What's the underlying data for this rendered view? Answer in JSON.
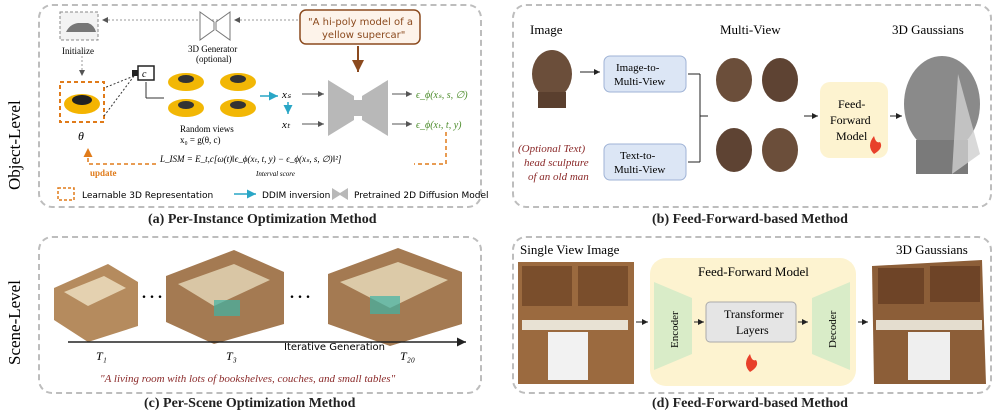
{
  "side_labels": {
    "object_level": "Object-Level",
    "scene_level": "Scene-Level"
  },
  "panel_a": {
    "caption": "(a) Per-Instance Optimization Method",
    "initialize": "Initialize",
    "generator": "3D Generator",
    "generator_sub": "(optional)",
    "prompt_line1": "\"A hi-poly model of a",
    "prompt_line2": "yellow supercar\"",
    "camera": "c",
    "theta": "θ",
    "random_views": "Random views",
    "render_eq": "x₀ = g(θ, c)",
    "xs": "xₛ",
    "xt": "xₜ",
    "eps_s": "ϵ_ϕ(xₛ, s, ∅)",
    "eps_t": "ϵ_ϕ(xₜ, t, y)",
    "loss": "L_ISM = E_t,c[ω(t)‖ϵ_ϕ(xₜ, t, y) − ϵ_ϕ(xₛ, s, ∅)‖²]",
    "interval_score": "Interval score",
    "update": "update",
    "legend": {
      "learnable": "Learnable 3D Representation",
      "ddim": "DDIM inversion",
      "pretrained": "Pretrained 2D Diffusion Model"
    }
  },
  "panel_b": {
    "caption": "(b) Feed-Forward-based Method",
    "image": "Image",
    "multiview": "Multi-View",
    "gaussians": "3D Gaussians",
    "i2mv_line1": "Image-to-",
    "i2mv_line2": "Multi-View",
    "t2mv_line1": "Text-to-",
    "t2mv_line2": "Multi-View",
    "optional_text": [
      "(Optional Text)",
      "head sculpture",
      "of an old man"
    ],
    "ff_line1": "Feed-",
    "ff_line2": "Forward",
    "ff_line3": "Model"
  },
  "panel_c": {
    "caption": "(c) Per-Scene Optimization Method",
    "t1": "T₁",
    "t3": "T₃",
    "t20": "T₂₀",
    "iterative": "Iterative Generation",
    "prompt": "\"A living room with lots of bookshelves, couches, and small tables\""
  },
  "panel_d": {
    "caption": "(d) Feed-Forward-based Method",
    "single_view": "Single View Image",
    "gaussians": "3D Gaussians",
    "ff_model": "Feed-Forward Model",
    "encoder": "Encoder",
    "decoder": "Decoder",
    "transformer_line1": "Transformer",
    "transformer_line2": "Layers"
  },
  "colors": {
    "orange": "#e07b1a",
    "brown": "#8b4a1e",
    "blue_box": "#dce6f5",
    "green_trap": "#d9ecc8",
    "cream": "#fdf3d0",
    "cyan_arrow": "#29a6c6",
    "green_text": "#4c8c2b",
    "gray_shape": "#b8b8b8"
  }
}
